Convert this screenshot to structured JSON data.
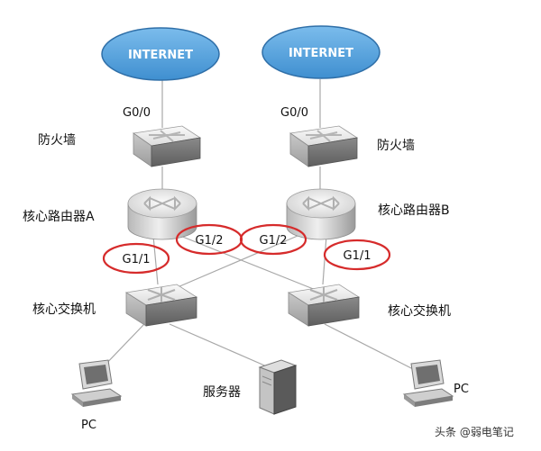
{
  "internet_left": "INTERNET",
  "internet_right": "INTERNET",
  "port_g00_left": "G0/0",
  "port_g00_right": "G0/0",
  "firewall_left_label": "防火墙",
  "firewall_right_label": "防火墙",
  "router_a_label": "核心路由器A",
  "router_b_label": "核心路由器B",
  "port_a_g12": "G1/2",
  "port_a_g11": "G1/1",
  "port_b_g12": "G1/2",
  "port_b_g11": "G1/1",
  "switch_left_label": "核心交换机",
  "switch_right_label": "核心交换机",
  "server_label": "服务器",
  "pc_left_label": "PC",
  "pc_right_label": "PC",
  "watermark": "头条 @弱电笔记",
  "colors": {
    "cloud_fill": "#5ba6dc",
    "cloud_stroke": "#2f6fa8",
    "device_light": "#eeeeee",
    "device_dark": "#8f8f8f",
    "highlight_ring": "#d62b2b",
    "link_line": "#9a9a9a"
  }
}
